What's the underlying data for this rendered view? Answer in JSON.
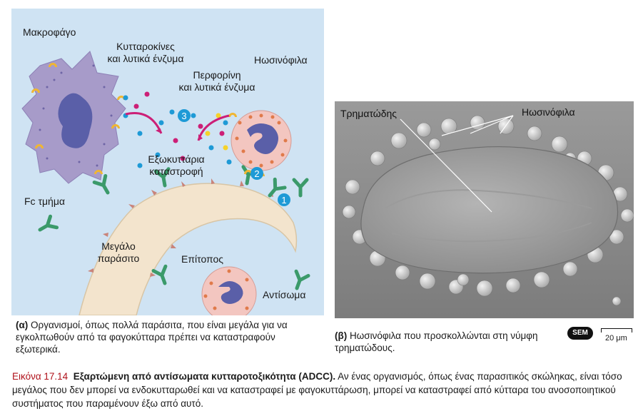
{
  "panel_a": {
    "labels": {
      "macrophage": "Μακροφάγο",
      "cytokines_line1": "Κυτταροκίνες",
      "cytokines_line2": "και λυτικά ένζυμα",
      "eosinophil": "Ηωσινόφιλα",
      "perforin_line1": "Περφορίνη",
      "perforin_line2": "και λυτικά ένζυμα",
      "extracellular_line1": "Εξωκυττάρια",
      "extracellular_line2": "καταστροφή",
      "fc": "Fc τμήμα",
      "parasite_line1": "Μεγάλο",
      "parasite_line2": "παράσιτο",
      "epitope": "Επίτοπος",
      "antibody": "Αντίσωμα"
    },
    "steps": [
      "1",
      "2",
      "3"
    ],
    "caption_tag": "(α)",
    "caption_text": " Οργανισμοί, όπως πολλά παράσιτα, που είναι μεγάλα για να εγκολπωθούν από τα φαγοκύτταρα πρέπει να καταστραφούν εξωτερικά."
  },
  "panel_b": {
    "labels": {
      "trematode": "Τρηματώδης",
      "eosinophils": "Ηωσινόφιλα"
    },
    "caption_tag": "(β)",
    "caption_text": " Ηωσινόφιλα που προσκολλώνται στη νύμφη τρηματώδους.",
    "badge": "SEM",
    "scale_label": "20 μm"
  },
  "figure": {
    "number": "Εικόνα 17.14",
    "title": "Εξαρτώμενη από αντίσωματα κυτταροτοξικότητα (ADCC).",
    "text": " Αν ένας οργανισμός, όπως ένας παρασιτικός σκώληκας, είναι τόσο μεγάλος που δεν μπορεί να ενδοκυτταρωθεί και να καταστραφεί με φαγοκυττάρωση, μπορεί να καταστραφεί από κύτταρα του ανοσοποιητικού συστήματος που παραμένουν έξω από αυτό."
  },
  "colors": {
    "background": "#cfe3f3",
    "macrophage": "#a79bc9",
    "eosinophil": "#f3c6c0",
    "parasite": "#f3e4cd",
    "antibody": "#3b9a6a",
    "receptor": "#f0b632",
    "enzyme_magenta": "#cc1f77",
    "enzyme_blue": "#1e9ad6",
    "step_badge": "#1e9ad6",
    "figure_number": "#b0121b"
  }
}
